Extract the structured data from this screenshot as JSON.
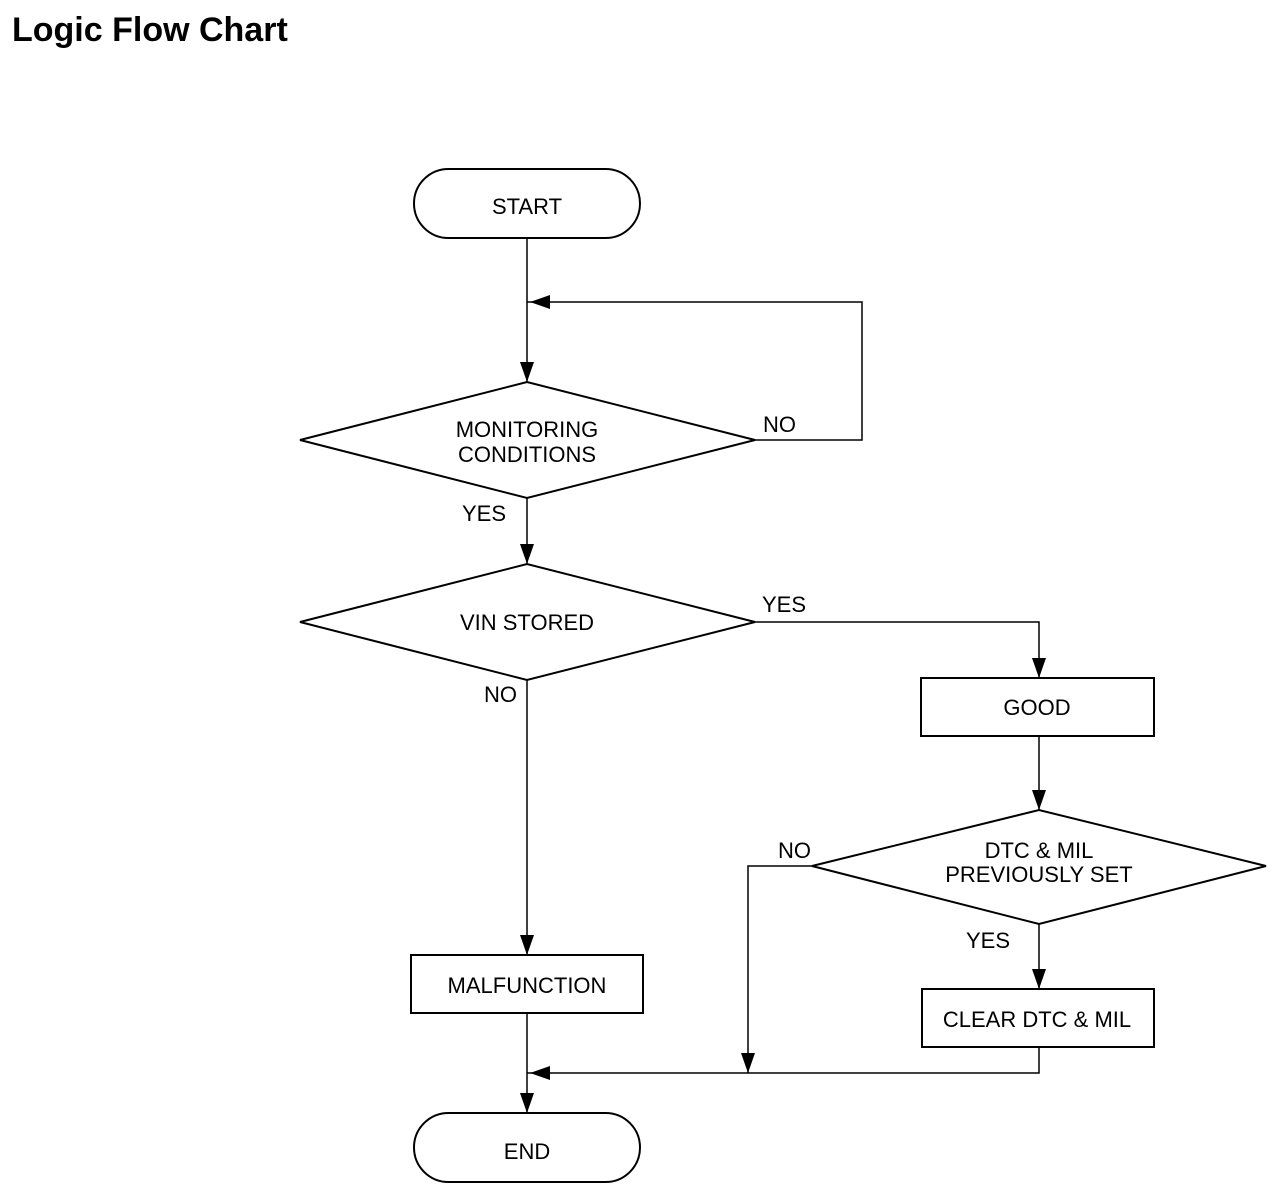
{
  "title": "Logic Flow Chart",
  "nodes": {
    "start": "START",
    "monitoring_1": "MONITORING",
    "monitoring_2": "CONDITIONS",
    "vin_stored": "VIN STORED",
    "good": "GOOD",
    "dtc_1": "DTC & MIL",
    "dtc_2": "PREVIOUSLY SET",
    "malfunction": "MALFUNCTION",
    "clear_dtc": "CLEAR DTC & MIL",
    "end": "END"
  },
  "edges": {
    "monitoring_no": "NO",
    "monitoring_yes": "YES",
    "vin_yes": "YES",
    "vin_no": "NO",
    "dtc_no": "NO",
    "dtc_yes": "YES"
  },
  "colors": {
    "stroke": "#000000",
    "background": "#ffffff"
  }
}
